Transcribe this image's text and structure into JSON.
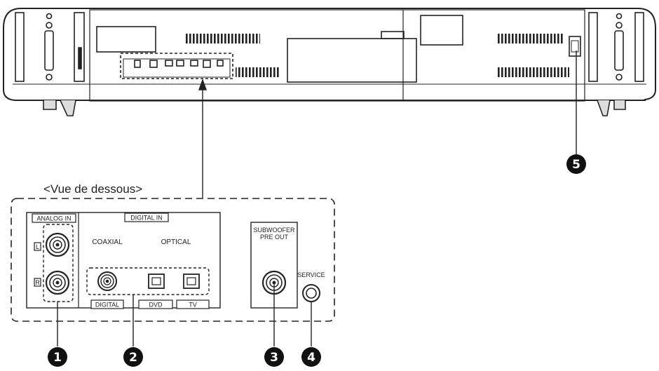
{
  "view_label": "<Vue de dessous>",
  "panel": {
    "analog_in": "ANALOG IN",
    "left": "L",
    "right": "R",
    "digital_in": "DIGITAL IN",
    "coaxial": "COAXIAL",
    "optical": "OPTICAL",
    "digital": "DIGITAL",
    "dvd": "DVD",
    "tv": "TV",
    "subwoofer_line1": "SUBWOOFER",
    "subwoofer_line2": "PRE OUT",
    "service": "SERVICE"
  },
  "callouts": [
    "1",
    "2",
    "3",
    "4",
    "5"
  ],
  "colors": {
    "line": "#222222",
    "callout": "#111111"
  }
}
